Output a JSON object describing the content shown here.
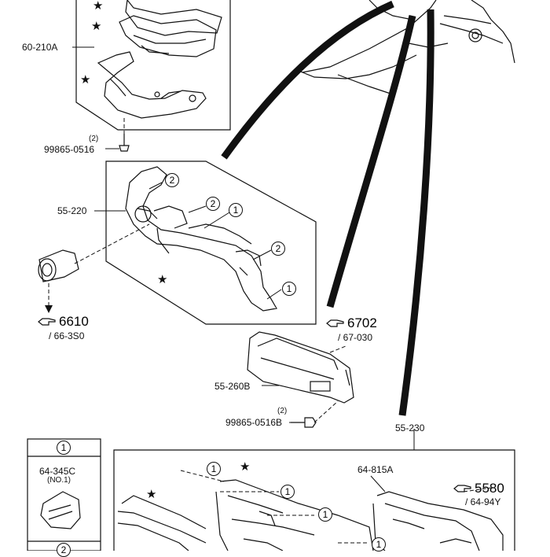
{
  "labels": {
    "p60_210a": "60-210A",
    "p99865_a": "99865-0516",
    "p99865_a_qty": "(2)",
    "p55_220": "55-220",
    "p55_260b": "55-260B",
    "p99865_b": "99865-0516B",
    "p99865_b_qty": "(2)",
    "p55_230": "55-230",
    "p64_815a": "64-815A",
    "p64_345c": "64-345C",
    "p64_345c_sub": "(NO.1)"
  },
  "refs": {
    "r6610": {
      "code": "6610",
      "page": "/ 66-3S0"
    },
    "r6702": {
      "code": "6702",
      "page": "/ 67-030"
    },
    "r5580": {
      "code": "5580",
      "page": "/ 64-94Y"
    }
  },
  "callouts": {
    "one": "1",
    "two": "2"
  },
  "marker": "★"
}
